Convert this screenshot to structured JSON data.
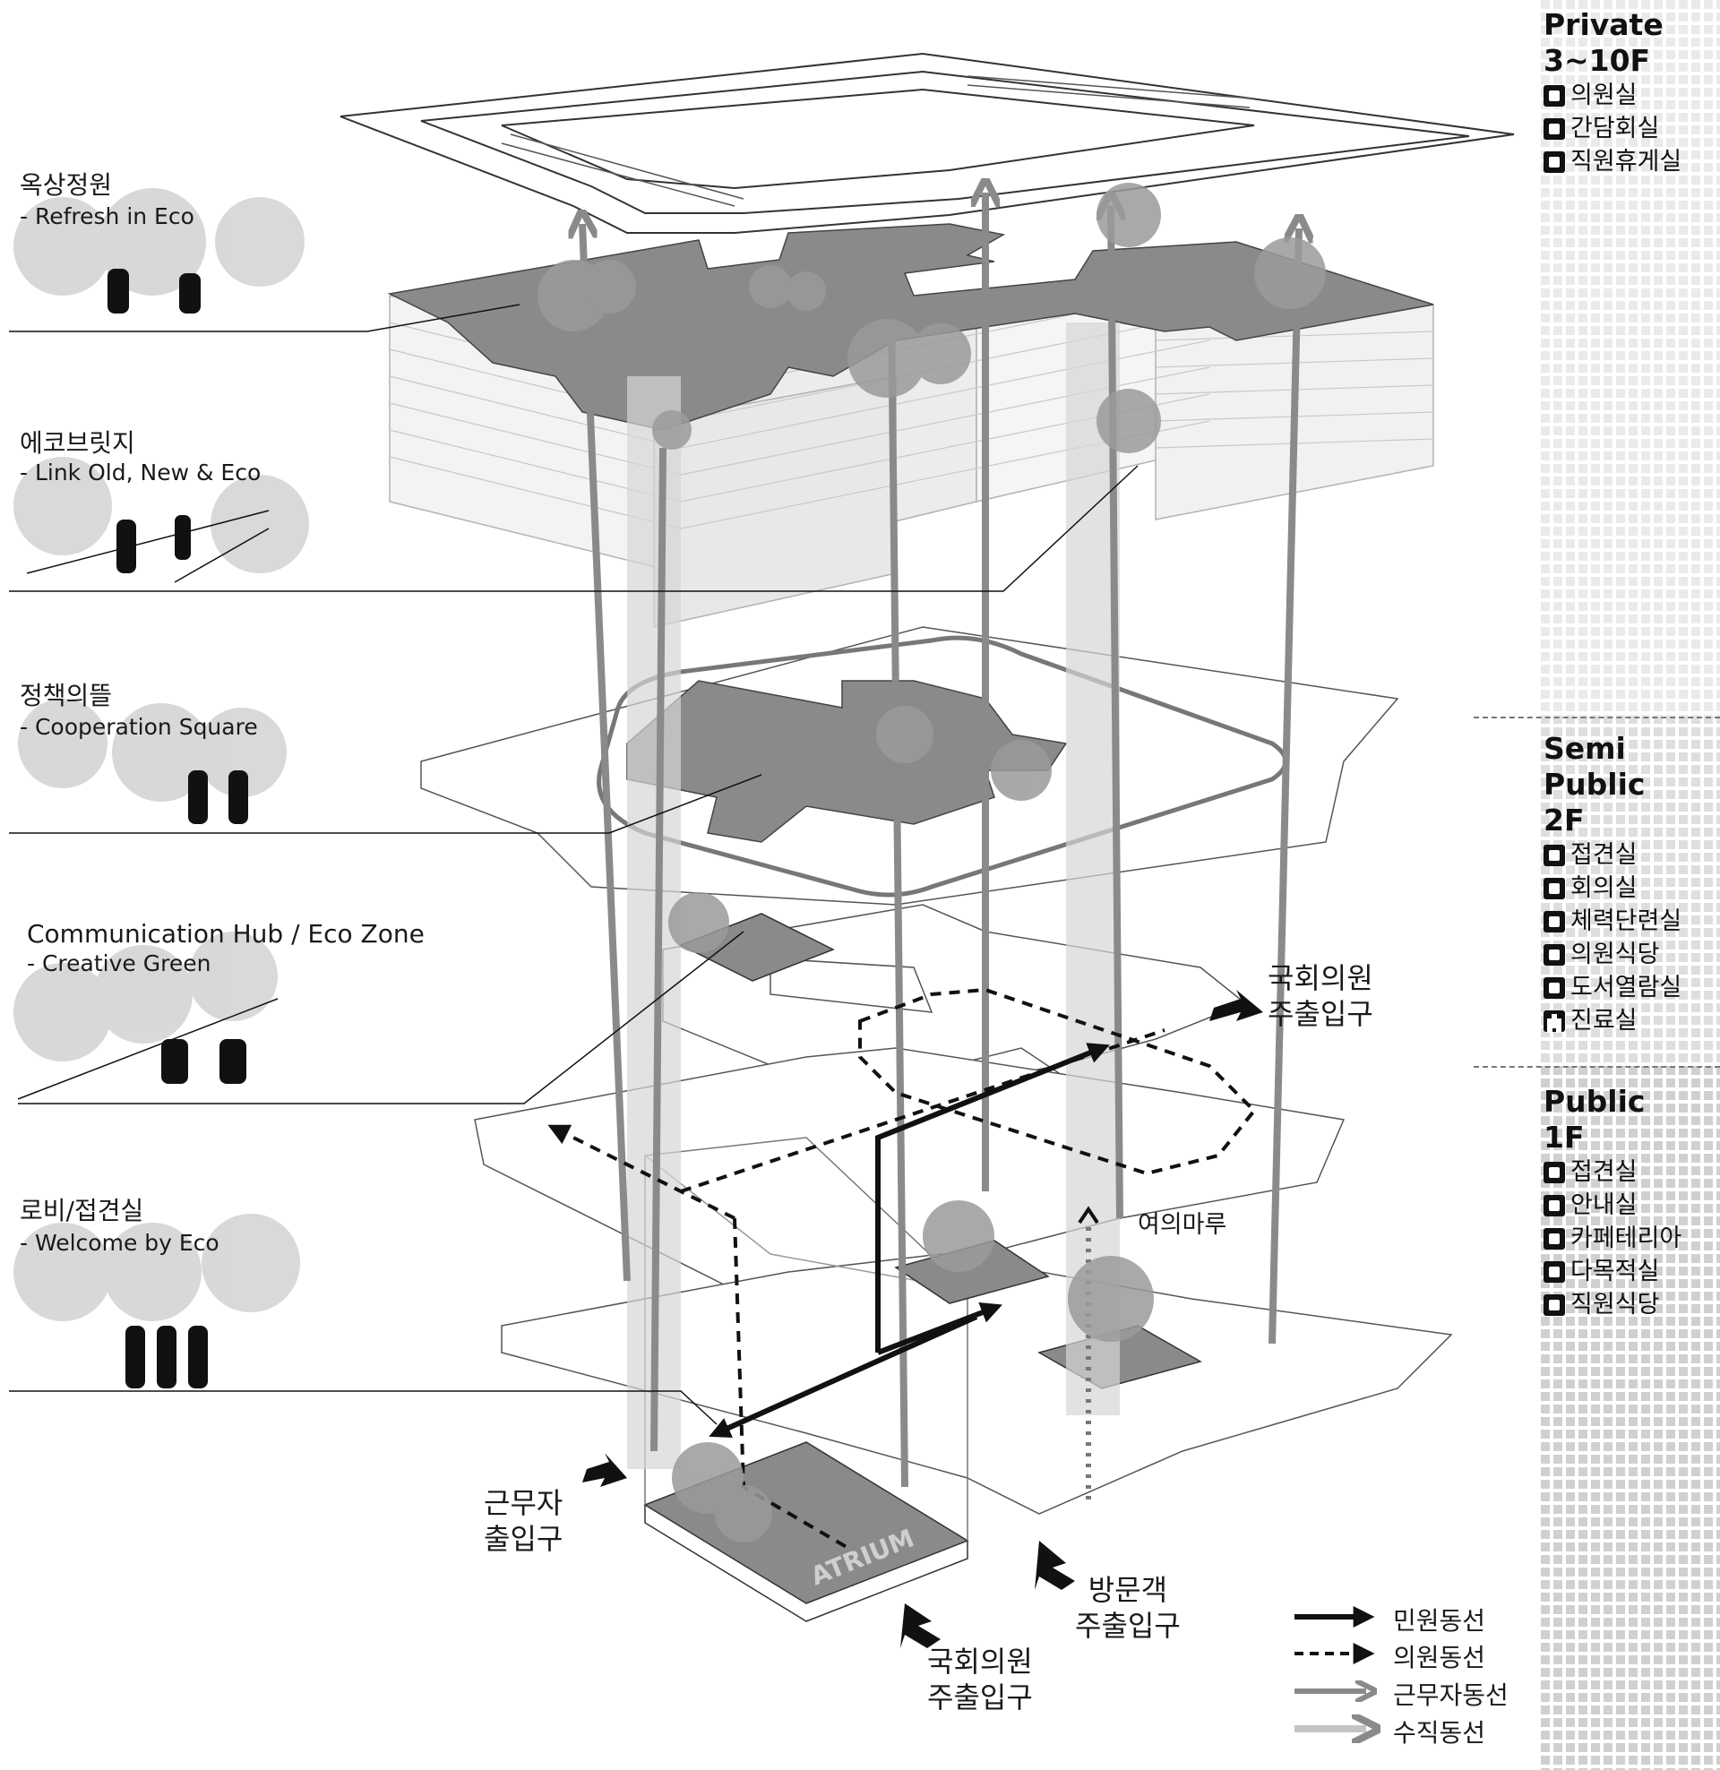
{
  "zones": [
    {
      "title": "옥상정원",
      "sub": "- Refresh in Eco"
    },
    {
      "title": "에코브릿지",
      "sub": "- Link Old, New & Eco"
    },
    {
      "title": "정책의뜰",
      "sub": "- Cooperation Square"
    },
    {
      "title": "Communication Hub / Eco Zone",
      "sub": "- Creative Green"
    },
    {
      "title": "로비/접견실",
      "sub": "- Welcome by Eco"
    }
  ],
  "entrances": {
    "member_top": "국회의원\n주출입구",
    "worker": "근무자\n출입구",
    "visitor": "방문객\n주출입구",
    "member_bottom": "국회의원\n주출입구"
  },
  "labels": {
    "yeouimaru": "여의마루",
    "atrium": "ATRIUM"
  },
  "legend": [
    {
      "label": "민원동선",
      "style": "solid-black"
    },
    {
      "label": "의원동선",
      "style": "dashed-black"
    },
    {
      "label": "근무자동선",
      "style": "solid-gray"
    },
    {
      "label": "수직동선",
      "style": "solid-lightgray"
    }
  ],
  "panel": {
    "private": {
      "title": "Private\n3~10F",
      "rooms": [
        {
          "label": "의원실",
          "icon": "person-icon"
        },
        {
          "label": "간담회실",
          "icon": "meeting-icon"
        },
        {
          "label": "직원휴게실",
          "icon": "lounge-icon"
        }
      ]
    },
    "semi": {
      "title": "Semi\nPublic\n2F",
      "rooms": [
        {
          "label": "접견실",
          "icon": "reception-icon"
        },
        {
          "label": "회의실",
          "icon": "conference-icon"
        },
        {
          "label": "체력단련실",
          "icon": "fitness-icon"
        },
        {
          "label": "의원식당",
          "icon": "dining-icon"
        },
        {
          "label": "도서열람실",
          "icon": "library-icon"
        },
        {
          "label": "진료실",
          "icon": "clinic-icon"
        }
      ]
    },
    "public": {
      "title": "Public\n1F",
      "rooms": [
        {
          "label": "접견실",
          "icon": "reception-icon"
        },
        {
          "label": "안내실",
          "icon": "info-icon"
        },
        {
          "label": "카페테리아",
          "icon": "cafe-icon"
        },
        {
          "label": "다목적실",
          "icon": "multipurpose-icon"
        },
        {
          "label": "직원식당",
          "icon": "dining-icon"
        }
      ]
    }
  }
}
